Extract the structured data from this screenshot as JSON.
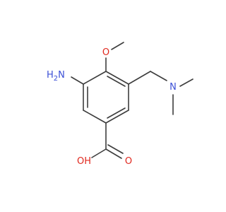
{
  "molecule": {
    "atoms": [
      {
        "id": "amino",
        "text": "H",
        "sub": "2",
        "tail": "N",
        "color": "#3b4fd6"
      },
      {
        "id": "methoxy-o",
        "text": "O",
        "color": "#e0281e"
      },
      {
        "id": "dimethylamino-n",
        "text": "N",
        "color": "#3b4fd6"
      },
      {
        "id": "acid-oh",
        "text": "OH",
        "color": "#e0281e"
      },
      {
        "id": "acid-o",
        "text": "O",
        "color": "#e0281e"
      }
    ],
    "bond_color": "#3d3d3d"
  }
}
